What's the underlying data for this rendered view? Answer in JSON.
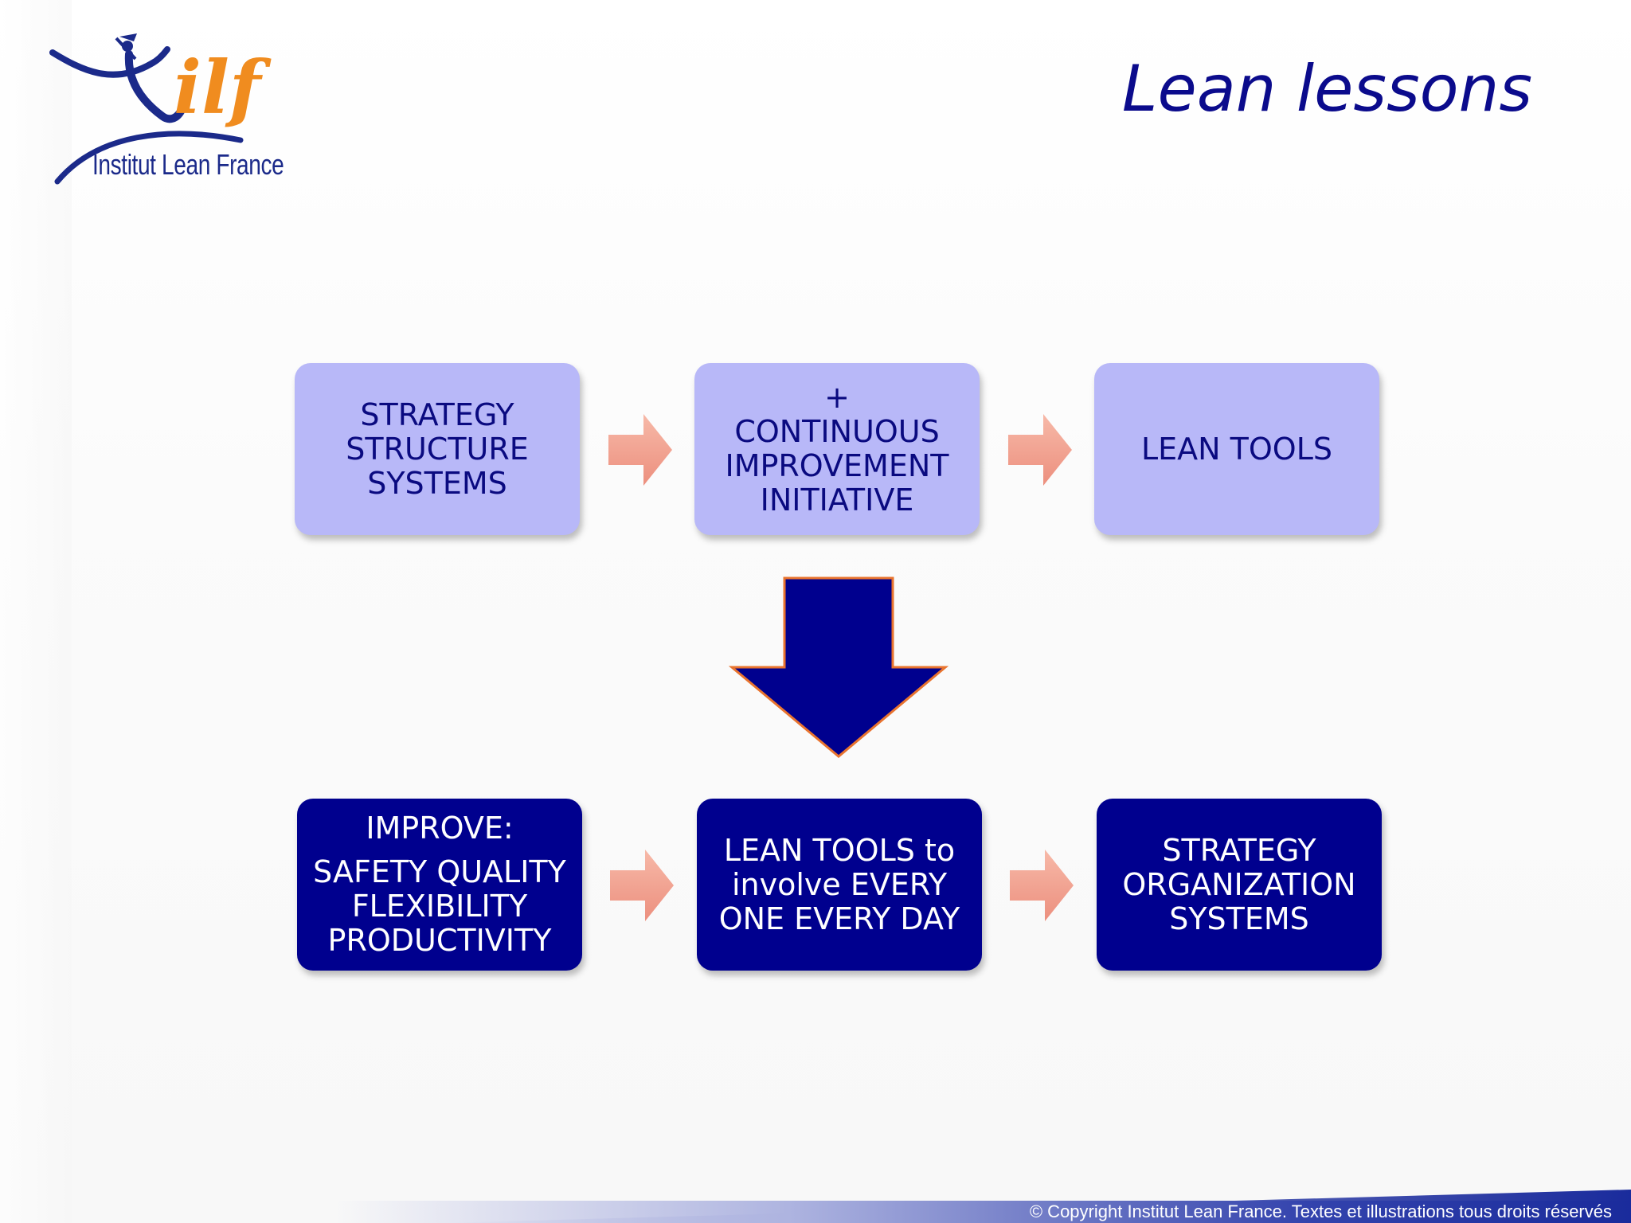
{
  "slide": {
    "title": "Lean lessons",
    "logo": {
      "mark": "ilf",
      "name": "Institut Lean France"
    },
    "copyright": "© Copyright Institut Lean France. Textes et illustrations tous droits réservés"
  },
  "top_row": [
    {
      "lines": [
        "STRATEGY",
        "STRUCTURE",
        "SYSTEMS"
      ]
    },
    {
      "lines": [
        "+",
        "CONTINUOUS",
        "IMPROVEMENT",
        "INITIATIVE"
      ]
    },
    {
      "lines": [
        "LEAN TOOLS"
      ]
    }
  ],
  "bottom_row": [
    {
      "heading": "IMPROVE:",
      "lines": [
        "SAFETY QUALITY",
        "FLEXIBILITY",
        "PRODUCTIVITY"
      ]
    },
    {
      "lines": [
        "LEAN TOOLS to",
        "involve EVERY",
        "ONE EVERY DAY"
      ]
    },
    {
      "lines": [
        "STRATEGY",
        "ORGANIZATION",
        "SYSTEMS"
      ]
    }
  ],
  "colors": {
    "light_box": "#b8b8f8",
    "dark_box": "#00008e",
    "title": "#0b0b8c",
    "small_arrow": "#f4a596",
    "down_arrow": "#00008e",
    "down_arrow_outline": "#e8732e"
  },
  "icons": {
    "small_arrow": "right-arrow-icon",
    "big_arrow": "down-arrow-icon"
  }
}
